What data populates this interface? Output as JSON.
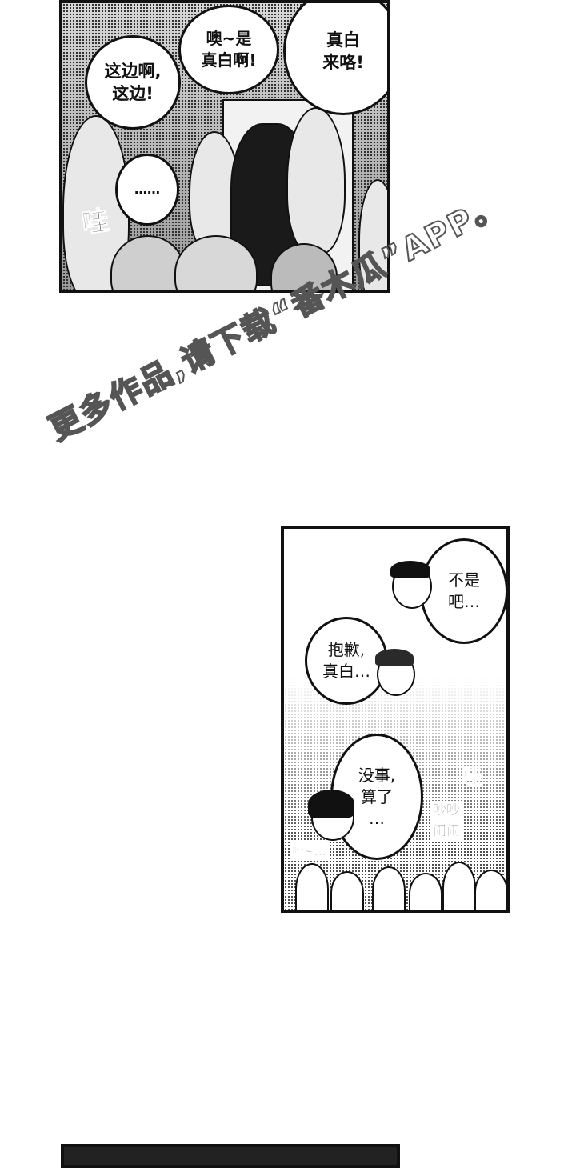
{
  "panel1": {
    "bubble_left": "这边啊,\n这边!",
    "bubble_center": "噢~是\n真白啊!",
    "bubble_right": "真白\n来咯!",
    "bubble_dots": "……",
    "sfx_wa": "哇"
  },
  "watermark": {
    "line1": "更多作品,请下载“番木瓜”APP。"
  },
  "panel2": {
    "bubble_top": "不是\n吧…",
    "bubble_middle": "抱歉,\n真白…",
    "bubble_bottom": "没事,\n算了\n…",
    "sfx_wa": "哇",
    "sfx_noise": "吵吵\n闹闹",
    "sfx_sigh": "哈~…"
  }
}
